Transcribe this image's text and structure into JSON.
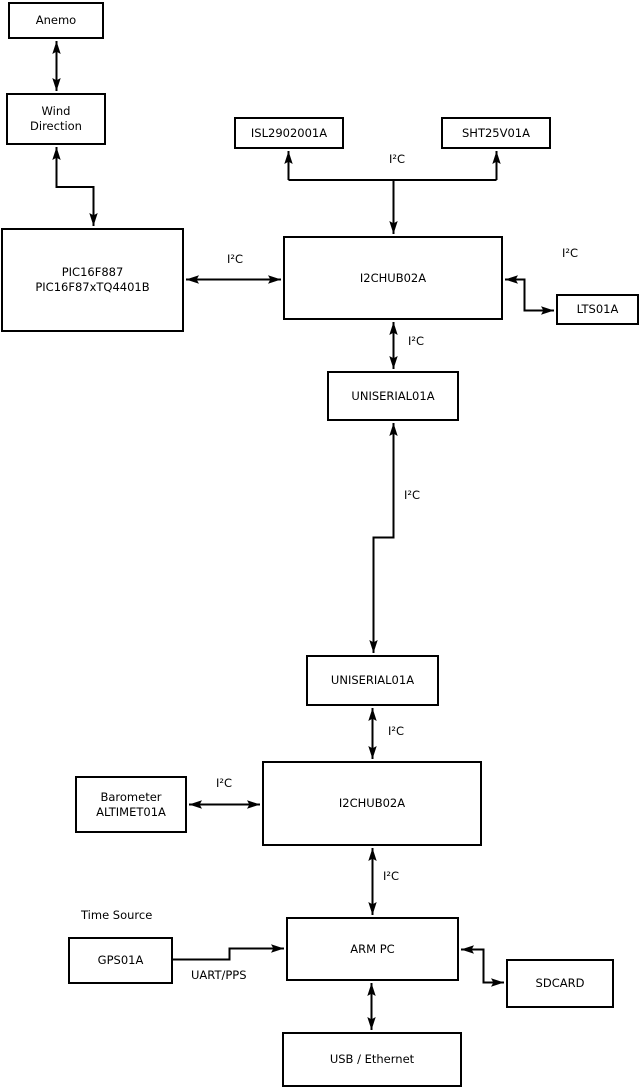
{
  "nodes": {
    "anemo": {
      "label": "Anemo"
    },
    "wind": {
      "label": "Wind\nDirection"
    },
    "pic": {
      "label": "PIC16F887\nPIC16F87xTQ4401B"
    },
    "isl": {
      "label": "ISL2902001A"
    },
    "sht": {
      "label": "SHT25V01A"
    },
    "hub1": {
      "label": "I2CHUB02A"
    },
    "lts": {
      "label": "LTS01A"
    },
    "uniserial1": {
      "label": "UNISERIAL01A"
    },
    "uniserial2": {
      "label": "UNISERIAL01A"
    },
    "hub2": {
      "label": "I2CHUB02A"
    },
    "barometer": {
      "label": "Barometer\nALTIMET01A"
    },
    "gps": {
      "label": "GPS01A"
    },
    "arm_pc": {
      "label": "ARM PC"
    },
    "sdcard": {
      "label": "SDCARD"
    },
    "usb_ethernet": {
      "label": "USB / Ethernet"
    }
  },
  "edge_labels": {
    "bus_top": "I²C",
    "pic_hub": "I²C",
    "hub_lts": "I²C",
    "hub1_uniserial1": "I²C",
    "uniserial_link": "I²C",
    "uniserial2_hub2": "I²C",
    "barometer_hub2": "I²C",
    "hub2_arm": "I²C",
    "time_source": "Time Source",
    "gps_arm": "UART/PPS"
  },
  "connections": [
    {
      "from": "anemo",
      "to": "wind",
      "type": "bidirectional",
      "label": ""
    },
    {
      "from": "wind",
      "to": "pic",
      "type": "bidirectional",
      "label": ""
    },
    {
      "from": "pic",
      "to": "hub1",
      "type": "bidirectional",
      "label": "I²C"
    },
    {
      "from": "hub1",
      "to": "isl",
      "type": "bus",
      "label": "I²C"
    },
    {
      "from": "hub1",
      "to": "sht",
      "type": "bus",
      "label": "I²C"
    },
    {
      "from": "hub1",
      "to": "lts",
      "type": "bidirectional",
      "label": "I²C"
    },
    {
      "from": "hub1",
      "to": "uniserial1",
      "type": "bidirectional",
      "label": "I²C"
    },
    {
      "from": "uniserial1",
      "to": "uniserial2",
      "type": "bidirectional",
      "label": "I²C"
    },
    {
      "from": "uniserial2",
      "to": "hub2",
      "type": "bidirectional",
      "label": "I²C"
    },
    {
      "from": "barometer",
      "to": "hub2",
      "type": "bidirectional",
      "label": "I²C"
    },
    {
      "from": "hub2",
      "to": "arm_pc",
      "type": "bidirectional",
      "label": "I²C"
    },
    {
      "from": "gps",
      "to": "arm_pc",
      "type": "directed",
      "label": "UART/PPS"
    },
    {
      "from": "arm_pc",
      "to": "sdcard",
      "type": "bidirectional",
      "label": ""
    },
    {
      "from": "arm_pc",
      "to": "usb_ethernet",
      "type": "bidirectional",
      "label": ""
    }
  ],
  "colors": {
    "line": "#000000",
    "box_fill": "#ffffff",
    "text": "#000000"
  }
}
